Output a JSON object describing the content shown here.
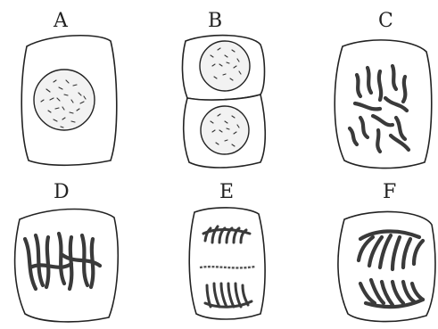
{
  "panels": [
    {
      "id": "A",
      "label": "A"
    },
    {
      "id": "B",
      "label": "B"
    },
    {
      "id": "C",
      "label": "C"
    },
    {
      "id": "D",
      "label": "D"
    },
    {
      "id": "E",
      "label": "E"
    },
    {
      "id": "F",
      "label": "F"
    }
  ]
}
